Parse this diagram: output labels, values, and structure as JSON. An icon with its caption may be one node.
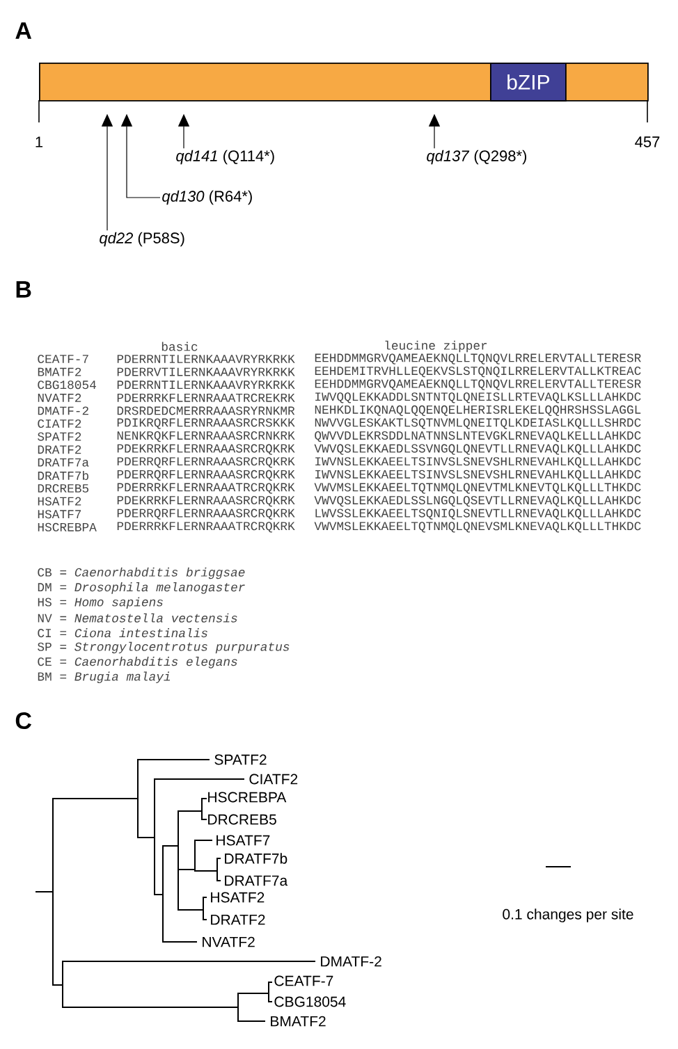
{
  "diagram": {
    "nodes": [
      {
        "text": [],
        "shape": "bar"
      },
      {
        "text": [
          "bZIP"
        ],
        "in": 0
      },
      {
        "text": [
          "*qd22* (P58S)"
        ]
      },
      {
        "text": [
          "*qd130* (R64*)"
        ]
      },
      {
        "text": [
          "*qd141* (Q114*)"
        ]
      },
      {
        "text": [
          "*qd137* (Q298*)"
        ]
      }
    ],
    "edges": [
      {
        "from": 2,
        "to": 0,
        "arrow": "to"
      },
      {
        "from": 3,
        "to": 0,
        "arrow": "to"
      },
      {
        "from": 4,
        "to": 0,
        "arrow": "to"
      },
      {
        "from": 5,
        "to": 0,
        "arrow": "to"
      }
    ],
    "labels": [
      "A",
      "1",
      "457",
      "B",
      "basic",
      "leucine zipper",
      "CEATF-7",
      "PDERRNTILERNKAAAVRYRKRKK",
      "EEHDDMMGRVQAMEAEKNQLLTQNQVLRRELERVTALLTERESR",
      "BMATF2",
      "PDERRVTILERNKAAAVRYRKRKK",
      "EEHDEMITRVHLLEQEKVSLSTQNQILRRELERVTALLKTREAC",
      "CBG18054",
      "PDERRNTILERNKAAAVRYRKRKK",
      "EEHDDMMGRVQAMEAEKNQLLTQNQVLRRELERVTALLTERESR",
      "NVATF2",
      "PDERRRKFLERNRAAATRCREKRK",
      "IWVQQLEKKADDLSNTNTQLQNEISLLRTEVAQLKSLLLAHKDC",
      "DMATF-2",
      "DRSRDEDCMERRRAAASRYRNKMR",
      "NEHKDLIKQNAQLQQENQELHERISRLEKELQQHRSHSSLAGGL",
      "CIATF2",
      "PDIKRQRFLERNRAAASRCRSKKK",
      "NWVVGLESKAKTLSQTNVMLQNEITQLKDEIASLKQLLLSHRDC",
      "SPATF2",
      "NENKRQKFLERNRAAASRCRNKRK",
      "QWVVDLEKRSDDLNATNNSLNTEVGKLRNEVAQLKELLLAHKDC",
      "DRATF2",
      "PDEKRRKFLERNRAAASRCRQKRK",
      "VWVQSLEKKAEDLSSVNGQLQNEVTLLRNEVAQLKQLLLAHKDC",
      "DRATF7a",
      "PDERRQRFLERNRAAASRCRQKRK",
      "IWVNSLEKKAEELTSINVSLSNEVSHLRNEVAHLKQLLLAHKDC",
      "DRATF7b",
      "PDERRQRFLERNRAAASRCRQKRK",
      "IWVNSLEKKAEELTSINVSLSNEVSHLRNEVAHLKQLLLAHKDC",
      "DRCREB5",
      "PDERRRKFLERNRAAATRCRQKRK",
      "VWVMSLEKKAEELTQTNMQLQNEVTMLKNEVTQLKQLLLTHKDC",
      "HSATF2",
      "PDEKRRKFLERNRAAASRCRQKRK",
      "VWVQSLEKKAEDLSSLNGQLQSEVTLLRNEVAQLKQLLLAHKDC",
      "HSATF7",
      "PDERRQRFLERNRAAASRCRQKRK",
      "LWVSSLEKKAEELTSQNIQLSNEVTLLRNEVAQLKQLLLAHKDC",
      "HSCREBPA",
      "PDERRRKFLERNRAAATRCRQKRK",
      "VWVMSLEKKAEELTQTNMQLQNEVSMLKNEVAQLKQLLLTHKDC",
      "CB = *Caenorhabditis briggsae*",
      "DM = *Drosophila melanogaster*",
      "HS = *Homo sapiens*",
      "NV = *Nematostella vectensis*",
      "CI = *Ciona intestinalis*",
      "SP = *Strongylocentrotus purpuratus*",
      "CE = *Caenorhabditis elegans*",
      "BM = *Brugia malayi*",
      "C",
      "SPATF2",
      "CIATF2",
      "HSCREBPA",
      "DRCREB5",
      "HSATF7",
      "DRATF7b",
      "DRATF7a",
      "HSATF2",
      "DRATF2",
      "NVATF2",
      "DMATF-2",
      "CEATF-7",
      "CBG18054",
      "BMATF2",
      "0.1 changes per site"
    ]
  }
}
